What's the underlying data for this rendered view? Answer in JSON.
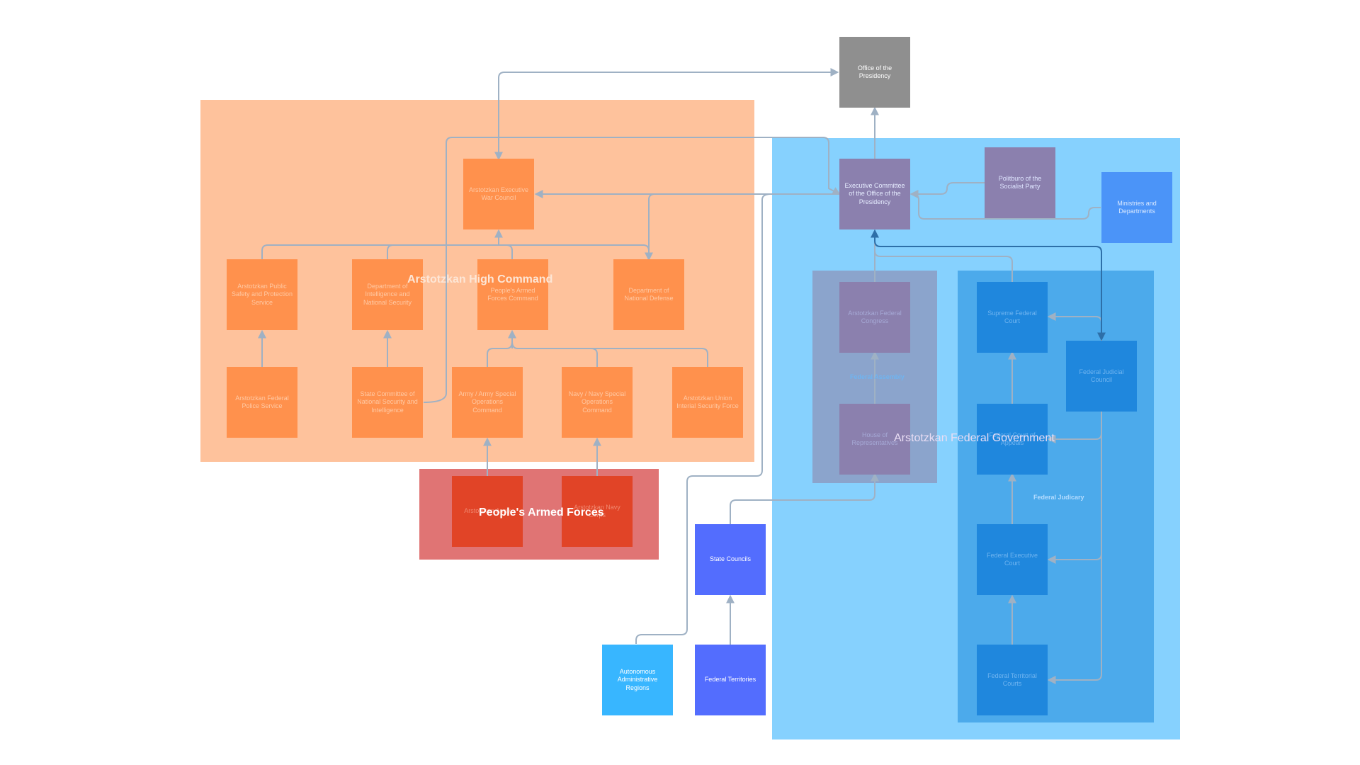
{
  "diagram": {
    "groups": {
      "high_command": "Arstotzkan High Command",
      "armed_forces": "People's Armed Forces",
      "federal_government": "Arstotzkan Federal Government",
      "federal_assembly": "Federal Assembly",
      "federal_judiciary": "Federal Judicary"
    },
    "nodes": {
      "presidency": "Office of the Presidency",
      "exec_committee": "Executive Committee of the Office of the Presidency",
      "politburo": "Politburo of the Socialist Party",
      "ministries": "Ministries and Departments",
      "war_council": "Arstotzkan Executive War Council",
      "public_safety": "Arstotzkan Public Safety and Protection Service",
      "dept_intelligence": "Department of Intelligence and National Security",
      "armed_forces_command": "People's Armed Forces Command",
      "dept_defense": "Department of National Defense",
      "federal_police": "Arstotzkan Federal Police Service",
      "state_committee": "State Committee of National Security and Intelligence",
      "army_command": "Army / Army Special Operations Command",
      "navy_command": "Navy / Navy Special Operations Command",
      "interior_force": "Arstotzkan Union Interial Security Force",
      "army": "Arstotzkan Army",
      "navy": "Arstotzkan Navy Corps",
      "federal_congress": "Arstotzkan Federal Congress",
      "house_reps": "House of Representatives",
      "supreme_court": "Supreme Federal Court",
      "judicial_council": "Federal Judicial Council",
      "appeals_court": "Federal Court of Appeals",
      "executive_court": "Federal Executive Court",
      "territorial_courts": "Federal Territorial Courts",
      "state_councils": "State Councils",
      "autonomous_regions": "Autonomous Administrative Regions",
      "federal_territories": "Federal Territories"
    },
    "colors": {
      "high_command_bg": "#fec29c",
      "orange_node": "#ff914d",
      "armed_forces_bg": "#e07474",
      "red_node": "#e14427",
      "federal_bg": "#86d1fe",
      "assembly_bg": "#8ba4cc",
      "purple_node": "#8b80ae",
      "judiciary_bg": "#4caaeb",
      "court_node": "#1f87dd",
      "gray_node": "#8f8f8f",
      "blue_node": "#4b94f8",
      "indigo_node": "#536dfe",
      "cyan_node": "#38b6ff",
      "wire": "#9fb1c4",
      "wire_dark": "#2d6fa8"
    }
  }
}
